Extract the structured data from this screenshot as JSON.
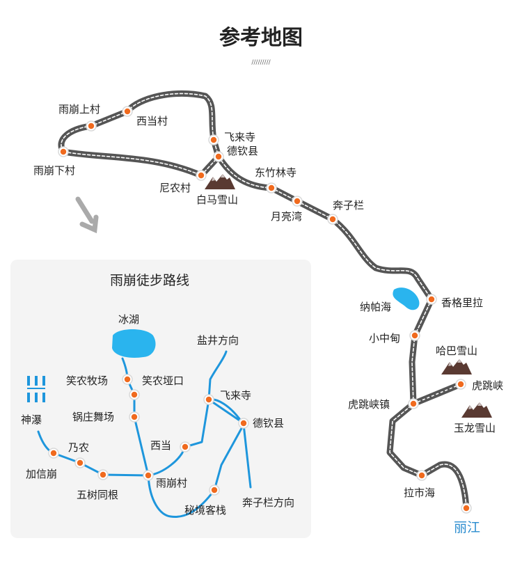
{
  "title": "参考地图",
  "title_deco": "/////////",
  "colors": {
    "route_dark": "#5a5a5a",
    "marker": "#f06a1e",
    "trail_blue": "#1e96dc",
    "lake": "#2ab4ee",
    "mountain": "#5a3a32"
  },
  "main_map": {
    "places": [
      {
        "name": "雨崩上村"
      },
      {
        "name": "西当村"
      },
      {
        "name": "雨崩下村"
      },
      {
        "name": "飞来寺"
      },
      {
        "name": "德钦县"
      },
      {
        "name": "尼农村"
      },
      {
        "name": "白马雪山"
      },
      {
        "name": "东竹林寺"
      },
      {
        "name": "月亮湾"
      },
      {
        "name": "奔子栏"
      },
      {
        "name": "纳帕海"
      },
      {
        "name": "香格里拉"
      },
      {
        "name": "小中甸"
      },
      {
        "name": "哈巴雪山"
      },
      {
        "name": "虎跳峡"
      },
      {
        "name": "虎跳峡镇"
      },
      {
        "name": "玉龙雪山"
      },
      {
        "name": "拉市海"
      },
      {
        "name": "丽江"
      }
    ]
  },
  "inset": {
    "title": "雨崩徒步路线",
    "places": [
      {
        "name": "冰湖"
      },
      {
        "name": "盐井方向"
      },
      {
        "name": "笑农牧场"
      },
      {
        "name": "笑农垭口"
      },
      {
        "name": "飞来寺"
      },
      {
        "name": "锅庄舞场"
      },
      {
        "name": "德钦县"
      },
      {
        "name": "神瀑"
      },
      {
        "name": "乃农"
      },
      {
        "name": "西当"
      },
      {
        "name": "加信崩"
      },
      {
        "name": "五树同根"
      },
      {
        "name": "雨崩村"
      },
      {
        "name": "秘境客栈"
      },
      {
        "name": "奔子栏方向"
      }
    ]
  }
}
